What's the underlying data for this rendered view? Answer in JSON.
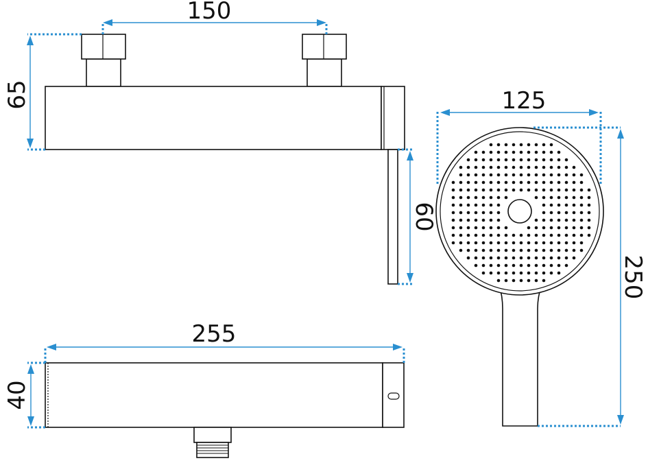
{
  "colors": {
    "dimension": "#2a8fd0",
    "outline": "#111111",
    "background": "#ffffff"
  },
  "dimensions": {
    "valve_spacing": "150",
    "valve_height": "65",
    "handshower_width": "125",
    "lever_length": "60",
    "handshower_length": "250",
    "body_length": "255",
    "body_depth": "40"
  }
}
